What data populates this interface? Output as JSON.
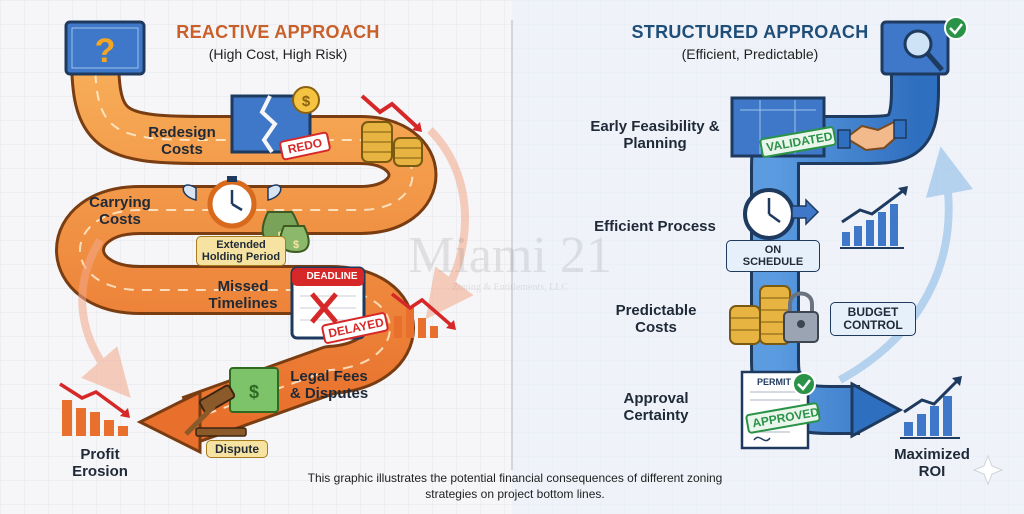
{
  "left": {
    "title": "REACTIVE APPROACH",
    "subtitle": "(High Cost, High Risk)",
    "steps": {
      "redesign": "Redesign Costs",
      "carrying": "Carrying Costs",
      "missed": "Missed Timelines",
      "legal": "Legal Fees & Disputes",
      "profit": "Profit Erosion"
    },
    "tags": {
      "redo": "REDO",
      "extended": "Extended Holding Period",
      "deadline": "DEADLINE",
      "delayed": "DELAYED",
      "dispute": "Dispute"
    }
  },
  "right": {
    "title": "STRUCTURED APPROACH",
    "subtitle": "(Efficient, Predictable)",
    "steps": {
      "early": "Early Feasibility & Planning",
      "efficient": "Efficient Process",
      "predictable": "Predictable Costs",
      "approval": "Approval Certainty",
      "roi": "Maximized ROI"
    },
    "tags": {
      "validated": "VALIDATED",
      "schedule": "ON SCHEDULE",
      "budget": "BUDGET CONTROL",
      "permit": "PERMIT",
      "approved": "APPROVED"
    }
  },
  "watermark": {
    "main": "Miami 21",
    "sub": "Zoning & Entitlements, LLC"
  },
  "caption": "This graphic illustrates the potential financial consequences of different zoning strategies on project bottom lines.",
  "colors": {
    "orange_path": "#f08a3c",
    "blue_path": "#3d7fd0",
    "left_title": "#c9602a",
    "right_title": "#1f4e79"
  }
}
